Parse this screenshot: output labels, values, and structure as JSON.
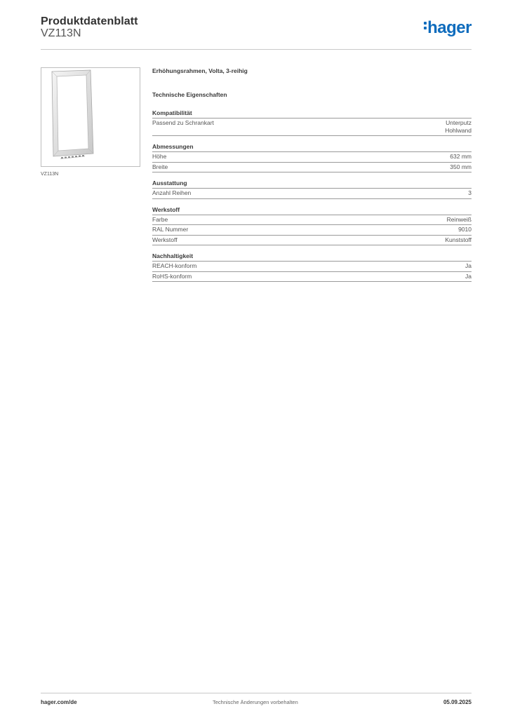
{
  "header": {
    "title": "Produktdatenblatt",
    "subtitle": "VZ113N",
    "logo_text": "hager",
    "logo_color": "#0f6cbd",
    "logo_icon": "hager-colon-logo-icon"
  },
  "product_image": {
    "caption": "VZ113N",
    "icon": "frame-product-image"
  },
  "product_name": "Erhöhungsrahmen, Volta, 3-reihig",
  "section_title": "Technische Eigenschaften",
  "groups": [
    {
      "title": "Kompatibilität",
      "rows": [
        {
          "label": "Passend zu Schrankart",
          "value": "Unterputz",
          "value2": "Hohlwand"
        }
      ]
    },
    {
      "title": "Abmessungen",
      "rows": [
        {
          "label": "Höhe",
          "value": "632 mm"
        },
        {
          "label": "Breite",
          "value": "350 mm"
        }
      ]
    },
    {
      "title": "Ausstattung",
      "rows": [
        {
          "label": "Anzahl Reihen",
          "value": "3"
        }
      ]
    },
    {
      "title": "Werkstoff",
      "rows": [
        {
          "label": "Farbe",
          "value": "Reinweiß"
        },
        {
          "label": "RAL Nummer",
          "value": "9010"
        },
        {
          "label": "Werkstoff",
          "value": "Kunststoff"
        }
      ]
    },
    {
      "title": "Nachhaltigkeit",
      "rows": [
        {
          "label": "REACH-konform",
          "value": "Ja"
        },
        {
          "label": "RoHS-konform",
          "value": "Ja"
        }
      ]
    }
  ],
  "footer": {
    "left": "hager.com/de",
    "center": "Technische Änderungen vorbehalten",
    "right": "05.09.2025"
  }
}
